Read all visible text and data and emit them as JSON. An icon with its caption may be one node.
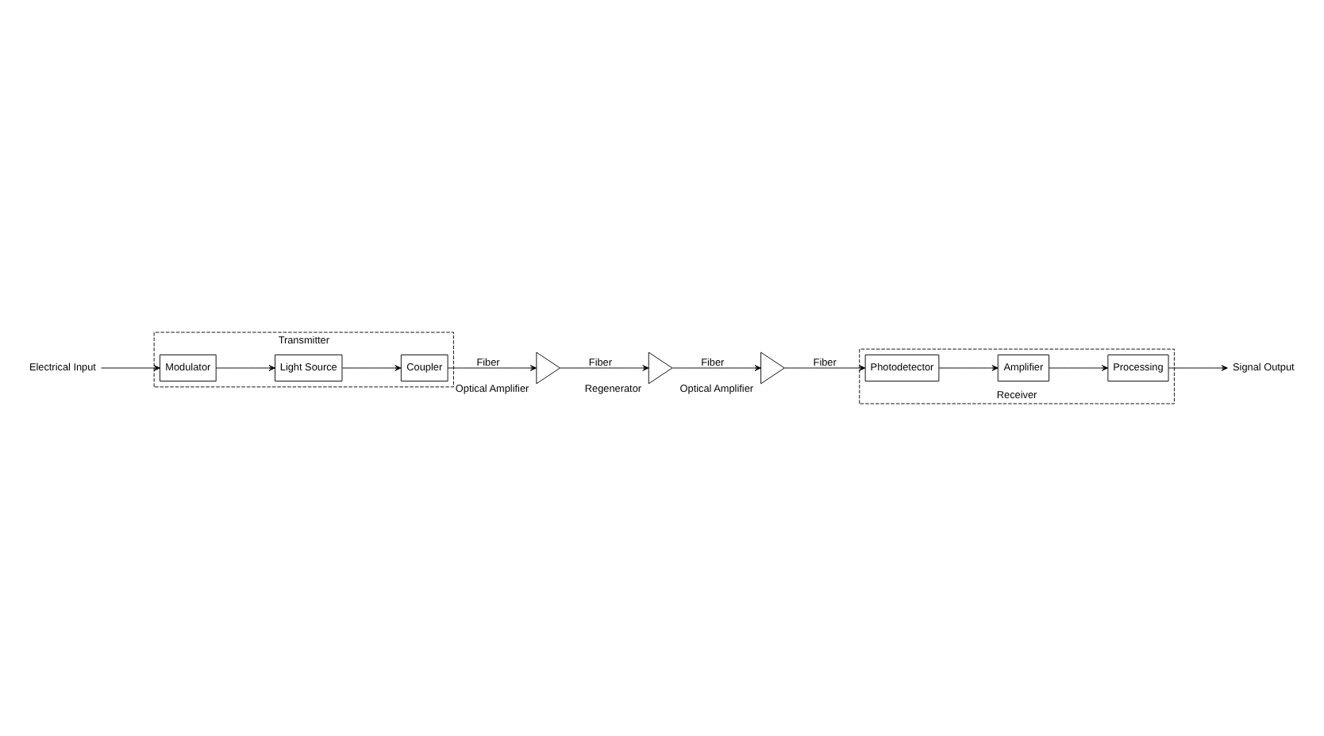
{
  "diagram": {
    "nodes": [
      {
        "text": [
          "Transmitter"
        ]
      },
      {
        "text": [
          "Electrical Input"
        ]
      },
      {
        "text": [
          "Modulator"
        ],
        "in": 0
      },
      {
        "text": [
          "Light Source"
        ],
        "in": 0
      },
      {
        "text": [
          "Coupler"
        ],
        "in": 0
      },
      {
        "text": [],
        "shape": "triangle",
        "beside": [
          "Optical Amplifier"
        ]
      },
      {
        "text": [],
        "shape": "triangle",
        "beside": [
          "Regenerator"
        ]
      },
      {
        "text": [],
        "shape": "triangle",
        "beside": [
          "Optical Amplifier"
        ]
      },
      {
        "text": [
          "Receiver"
        ]
      },
      {
        "text": [
          "Photodetector"
        ],
        "in": 8
      },
      {
        "text": [
          "Amplifier"
        ],
        "in": 8
      },
      {
        "text": [
          "Processing"
        ],
        "in": 8
      },
      {
        "text": [
          "Signal Output"
        ]
      }
    ],
    "edges": [
      {
        "from": 1,
        "to": 2,
        "arrow": "to"
      },
      {
        "from": 2,
        "to": 3,
        "arrow": "to"
      },
      {
        "from": 3,
        "to": 4,
        "arrow": "to"
      },
      {
        "from": 4,
        "to": 5,
        "arrow": "to",
        "label": "Fiber"
      },
      {
        "from": 5,
        "to": 6,
        "arrow": "to",
        "label": "Fiber"
      },
      {
        "from": 6,
        "to": 7,
        "arrow": "to",
        "label": "Fiber"
      },
      {
        "from": 7,
        "to": 9,
        "arrow": "to",
        "label": "Fiber"
      },
      {
        "from": 9,
        "to": 10,
        "arrow": "to"
      },
      {
        "from": 10,
        "to": 11,
        "arrow": "to"
      },
      {
        "from": 11,
        "to": 12,
        "arrow": "to"
      }
    ]
  }
}
